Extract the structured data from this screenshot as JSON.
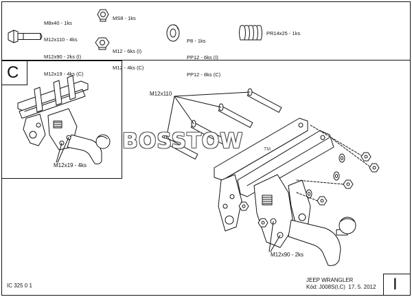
{
  "hardware": [
    {
      "lines": [
        "M8x40 - 1ks",
        "M12x110 - 4ks",
        "M12x90 - 2ks (I)",
        "M12x19 - 4ks (C)"
      ],
      "icon": "bolt-icon"
    },
    {
      "lines": [
        "MS8 - 1ks"
      ],
      "icon": "nut-icon"
    },
    {
      "lines": [
        "M12 - 6ks (I)",
        "M12 - 4ks (C)"
      ],
      "icon": "nut-icon"
    },
    {
      "lines": [
        "P8 - 1ks",
        "PP12 - 6ks (I)",
        "PP12 - 8ks (C)"
      ],
      "icon": "washer-icon"
    },
    {
      "lines": [
        "PR14x25 - 1ks"
      ],
      "icon": "spring-icon"
    }
  ],
  "variant_c": {
    "letter": "C",
    "callout": "M12x19 - 4ks"
  },
  "variant_i": {
    "letter": "I",
    "callout_bolts": "M12x110",
    "callout_lower": "M12x90 - 2ks"
  },
  "watermark": {
    "text": "BOSSTOW",
    "trademark": "TM"
  },
  "footer": {
    "drawing_code": "IC 325 0 1",
    "vehicle": "JEEP WRANGLER",
    "code_label": "Kód: J008S(I,C)",
    "date": "17. 5. 2012"
  },
  "colors": {
    "line": "#111111",
    "watermark_outline": "#555555"
  }
}
